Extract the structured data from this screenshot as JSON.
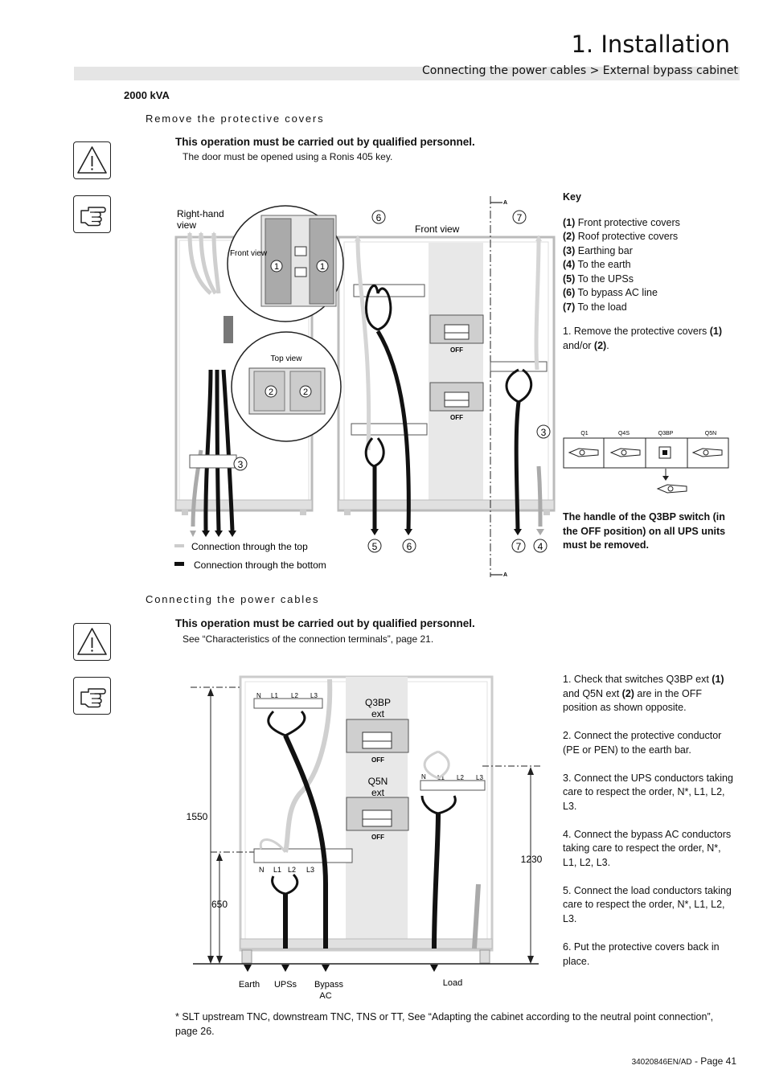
{
  "header": {
    "chapter": "1. Installation",
    "breadcrumb": "Connecting the power cables >  External bypass cabinet"
  },
  "model": "2000 kVA",
  "section1": {
    "title": "Remove the protective covers",
    "warning": "This operation must be carried out by qualified personnel.",
    "note": "The door must be opened using a Ronis 405 key.",
    "key_title": "Key",
    "key_items": [
      {
        "num": "(1)",
        "text": "Front protective covers"
      },
      {
        "num": "(2)",
        "text": "Roof protective covers"
      },
      {
        "num": "(3)",
        "text": "Earthing bar"
      },
      {
        "num": "(4)",
        "text": "To the earth"
      },
      {
        "num": "(5)",
        "text": "To the UPSs"
      },
      {
        "num": "(6)",
        "text": "To bypass AC line"
      },
      {
        "num": "(7)",
        "text": "To the load"
      }
    ],
    "instruction_pre": "1. Remove the protective covers ",
    "instruction_b1": "(1)",
    "instruction_mid": " and/or ",
    "instruction_b2": "(2)",
    "instruction_post": ".",
    "handle_note": "The handle of the Q3BP switch (in the OFF position) on all UPS units must be removed.",
    "diagram": {
      "right_hand_view": "Right-hand view",
      "front_view": "Front view",
      "front_view_inset": "Front view",
      "top_view": "Top view",
      "off": "OFF",
      "section_mark": "A",
      "legend_top": "Connection through the top",
      "legend_bottom": "Connection through the bottom",
      "callout_1": "1",
      "callout_2": "2",
      "callout_3": "3",
      "callout_4": "4",
      "callout_5": "5",
      "callout_6": "6",
      "callout_7": "7"
    },
    "switch_labels": [
      "Q1",
      "Q4S",
      "Q3BP",
      "Q5N"
    ]
  },
  "section2": {
    "title": "Connecting the power cables",
    "warning": "This operation must be carried out by qualified personnel.",
    "note": "See “Characteristics of the connection terminals”, page 21.",
    "steps": [
      "1. Check that switches Q3BP ext (1) and Q5N ext (2) are in the OFF position as shown opposite.",
      "2. Connect the protective conductor (PE or PEN) to the earth bar.",
      "3. Connect the UPS conductors taking care to respect the order, N*, L1, L2, L3.",
      "4. Connect the bypass AC conductors taking care to respect the order, N*, L1, L2, L3.",
      "5. Connect the load conductors taking care to respect the order, N*, L1, L2, L3.",
      "6. Put the protective covers back in place."
    ],
    "diagram": {
      "q3bp": "Q3BP",
      "q5n": "Q5N",
      "ext": "ext",
      "off": "OFF",
      "n": "N",
      "l1": "L1",
      "l2": "L2",
      "l3": "L3",
      "dim_total": "1550",
      "dim_low": "650",
      "dim_right": "1230",
      "earth": "Earth",
      "upss": "UPSs",
      "bypass_ac_1": "Bypass",
      "bypass_ac_2": "AC",
      "load": "Load"
    }
  },
  "footnote": "* SLT upstream TNC, downstream TNC, TNS or TT, See “Adapting the cabinet according to the neutral point connection”, page 26.",
  "footer": {
    "doc_code": "34020846EN/AD",
    "page": " - Page 41"
  }
}
